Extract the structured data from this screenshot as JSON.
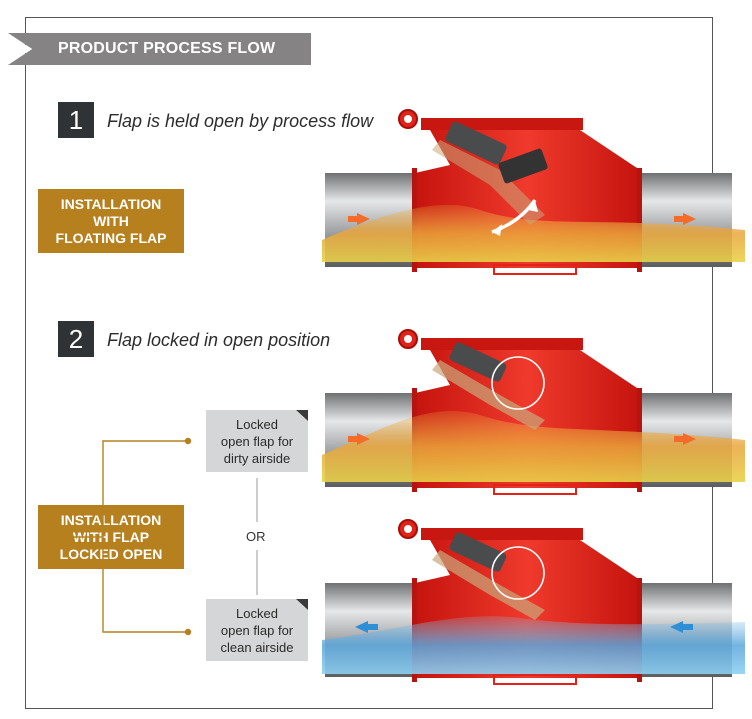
{
  "header": {
    "title": "PRODUCT PROCESS FLOW"
  },
  "step1": {
    "number": "1",
    "caption": "Flap is held open by process flow"
  },
  "step2": {
    "number": "2",
    "caption": "Flap locked in open position"
  },
  "labels": {
    "floating": [
      "INSTALLATION",
      "WITH",
      "FLOATING FLAP"
    ],
    "locked": [
      "INSTALLATION",
      "WITH FLAP",
      "LOCKED OPEN"
    ]
  },
  "notes": {
    "dirty": [
      "Locked",
      "open flap for",
      "dirty airside"
    ],
    "or": "OR",
    "clean": [
      "Locked",
      "open flap for",
      "clean airside"
    ]
  },
  "colors": {
    "valve_red": "#e2231a",
    "gold": "#b6801f",
    "dark_gold": "#8a6a2a",
    "dirty_flow": "#e9a63a",
    "clean_flow": "#6fb3e0",
    "pipe_grey": "#9a9b9d"
  },
  "icons": {
    "flow_arrow_dirty": "orange-right-arrow",
    "flow_arrow_clean": "blue-left-arrow",
    "flap_motion": "double-arrow"
  }
}
